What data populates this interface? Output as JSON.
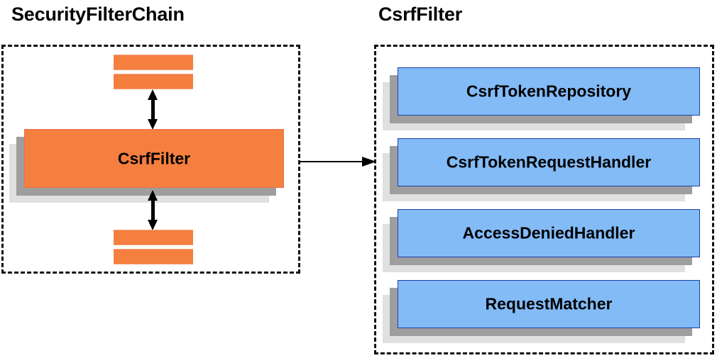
{
  "diagram": {
    "type": "architecture-block-diagram",
    "background_color": "#ffffff",
    "panels": [
      {
        "id": "security-filter-chain",
        "title": "SecurityFilterChain",
        "border_style": "dashed",
        "border_color": "#111111"
      },
      {
        "id": "csrf-filter",
        "title": "CsrfFilter",
        "border_style": "dashed",
        "border_color": "#111111"
      }
    ]
  },
  "left_panel": {
    "title": "SecurityFilterChain",
    "filter_stubs_top": [
      "",
      ""
    ],
    "filter_stubs_bottom": [
      "",
      ""
    ],
    "highlighted_filter": {
      "label": "CsrfFilter",
      "fill_color": "#f57f3f",
      "border_color": "#e8724a",
      "text_color": "#000000"
    },
    "stub_color": "#f57f3f"
  },
  "right_panel": {
    "title": "CsrfFilter",
    "components": [
      {
        "label": "CsrfTokenRepository",
        "fill_color": "#83bbf7",
        "border_color": "#1f3fa0"
      },
      {
        "label": "CsrfTokenRequestHandler",
        "fill_color": "#83bbf7",
        "border_color": "#1f3fa0"
      },
      {
        "label": "AccessDeniedHandler",
        "fill_color": "#83bbf7",
        "border_color": "#1f3fa0"
      },
      {
        "label": "RequestMatcher",
        "fill_color": "#83bbf7",
        "border_color": "#1f3fa0"
      }
    ]
  },
  "connectors": [
    {
      "id": "chain-top-link",
      "style": "double-headed-vertical-arrow",
      "color": "#000000"
    },
    {
      "id": "chain-bottom-link",
      "style": "double-headed-vertical-arrow",
      "color": "#000000"
    },
    {
      "id": "expand-link",
      "style": "single-headed-horizontal-arrow",
      "color": "#000000",
      "from": "CsrfFilter",
      "to": "CsrfFilter detail panel"
    }
  ],
  "shadow_colors": {
    "mid": "#9e9e9e",
    "light": "#e0e0e0"
  }
}
